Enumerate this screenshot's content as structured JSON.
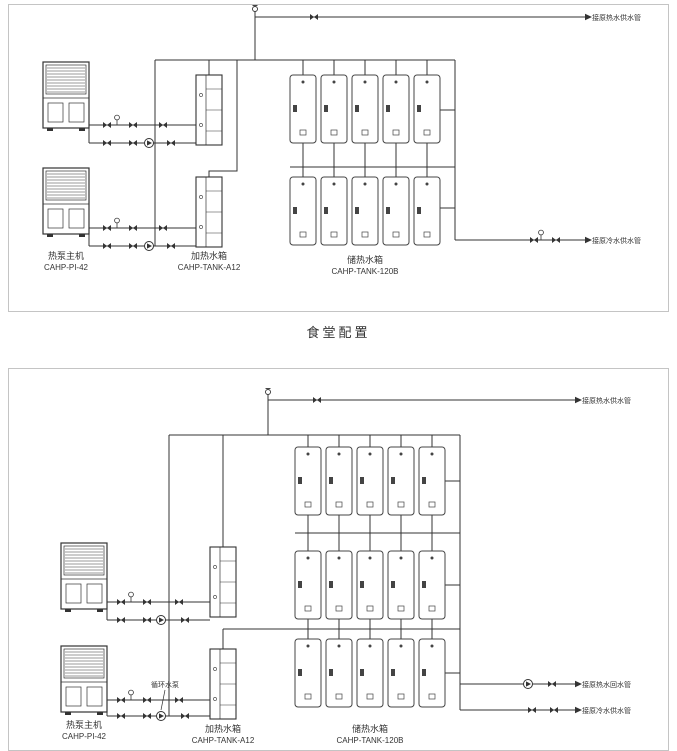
{
  "caption": "食堂配置",
  "diagram1": {
    "pipe_labels": {
      "hot_supply": "接原热水供水管",
      "cold_supply": "接原冷水供水管"
    },
    "equipment": {
      "heat_pump": {
        "name": "热泵主机",
        "model": "CAHP-PI-42"
      },
      "heating_tank": {
        "name": "加热水箱",
        "model": "CAHP-TANK-A12"
      },
      "storage_tank": {
        "name": "储热水箱",
        "model": "CAHP-TANK-120B"
      }
    }
  },
  "diagram2": {
    "pipe_labels": {
      "hot_supply": "接原热水供水管",
      "hot_return": "接原热水回水管",
      "cold_supply": "接原冷水供水管",
      "circulation_pump": "循环水泵"
    },
    "equipment": {
      "heat_pump": {
        "name": "热泵主机",
        "model": "CAHP-PI-42"
      },
      "heating_tank": {
        "name": "加热水箱",
        "model": "CAHP-TANK-A12"
      },
      "storage_tank": {
        "name": "储热水箱",
        "model": "CAHP-TANK-120B"
      }
    }
  }
}
